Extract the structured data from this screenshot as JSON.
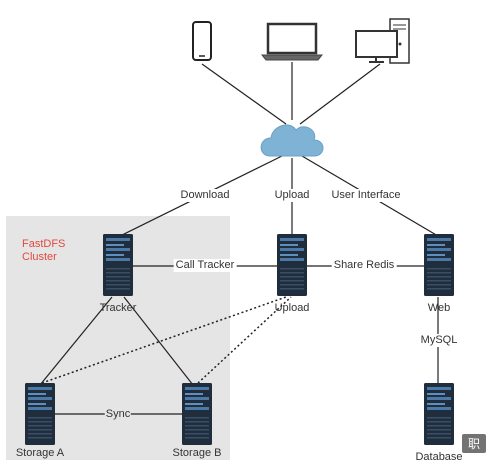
{
  "cluster": {
    "title": "FastDFS\nCluster"
  },
  "clients": [
    {
      "name": "phone-icon"
    },
    {
      "name": "laptop-icon"
    },
    {
      "name": "desktop-icon"
    }
  ],
  "cloud": {
    "name": "cloud-icon"
  },
  "edge_labels": {
    "download": "Download",
    "upload": "Upload",
    "user_interface": "User Interface",
    "call_tracker": "Call Tracker",
    "share_redis": "Share Redis",
    "sync": "Sync",
    "mysql": "MySQL"
  },
  "servers": {
    "tracker": "Tracker",
    "upload": "Upload",
    "web": "Web",
    "storage_a": "Storage A",
    "storage_b": "Storage B",
    "database": "Database"
  },
  "watermark": "职"
}
